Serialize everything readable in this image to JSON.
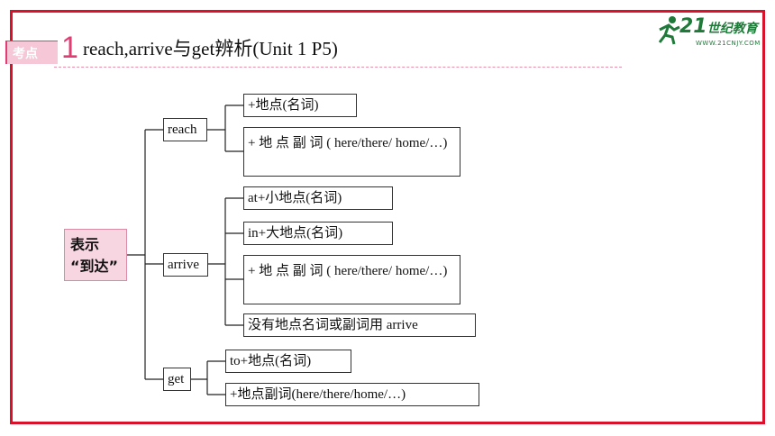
{
  "header": {
    "badge_label": "考点",
    "badge_number": "1",
    "title": "reach,arrive与get辨析(Unit 1 P5)"
  },
  "logo": {
    "name": "21世纪教育",
    "name_num": "21",
    "name_cn": "世纪教育",
    "url": "WWW.21CNJY.COM",
    "color": "#1f7a3a"
  },
  "colors": {
    "frame": "#d9112a",
    "accent": "#e23d73",
    "root_fill": "#f8d6e1"
  },
  "tree": {
    "root": {
      "line1": "表示",
      "line2": "“到达”"
    },
    "reach": {
      "label": "reach",
      "items": [
        "+地点(名词)",
        "+ 地 点 副 词 ( here/there/ home/…)"
      ]
    },
    "arrive": {
      "label": "arrive",
      "items": [
        "at+小地点(名词)",
        "in+大地点(名词)",
        "+ 地 点 副 词 ( here/there/ home/…)",
        "没有地点名词或副词用 arrive"
      ]
    },
    "get": {
      "label": "get",
      "items": [
        "to+地点(名词)",
        "+地点副词(here/there/home/…)"
      ]
    }
  }
}
